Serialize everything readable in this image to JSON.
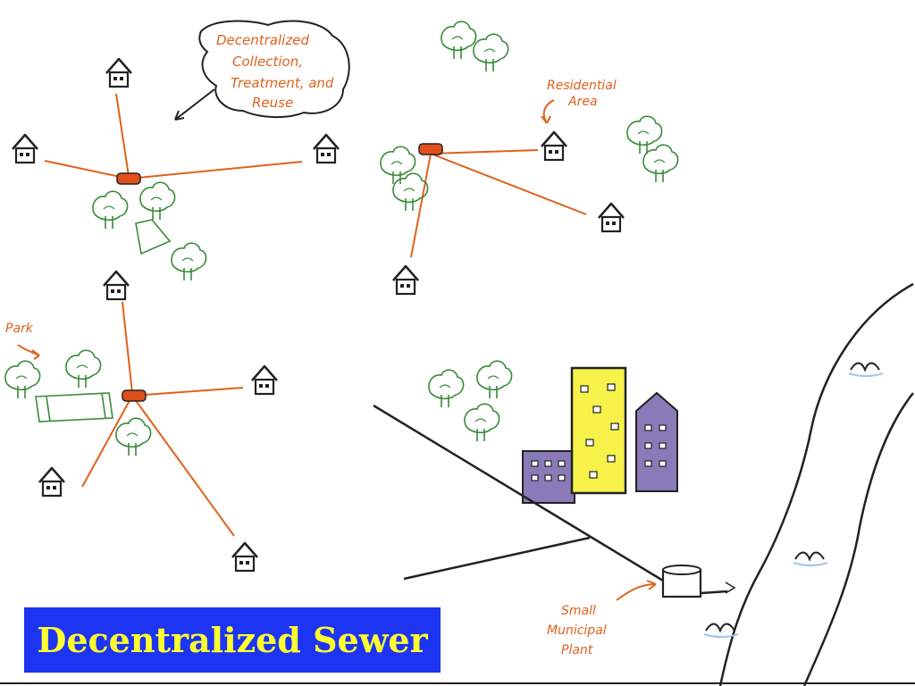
{
  "title": "Decentralized Sewer",
  "callout": {
    "lines": [
      "Decentralized",
      "Collection,",
      "Treatment, and",
      "Reuse"
    ]
  },
  "labels": {
    "residential": [
      "Residential",
      "Area"
    ],
    "park": "Park",
    "plant": [
      "Small",
      "Municipal",
      "Plant"
    ]
  },
  "colors": {
    "pipe": "#e0601c",
    "tank": "#e0501a",
    "tree": "#3a8a3a",
    "ink": "#222222",
    "river_wave": "#2060c0",
    "building_yellow": "#f6f24a",
    "building_purple": "#8a7ab8",
    "title_bg": "#1d35f2",
    "title_text": "#ffff2e"
  }
}
